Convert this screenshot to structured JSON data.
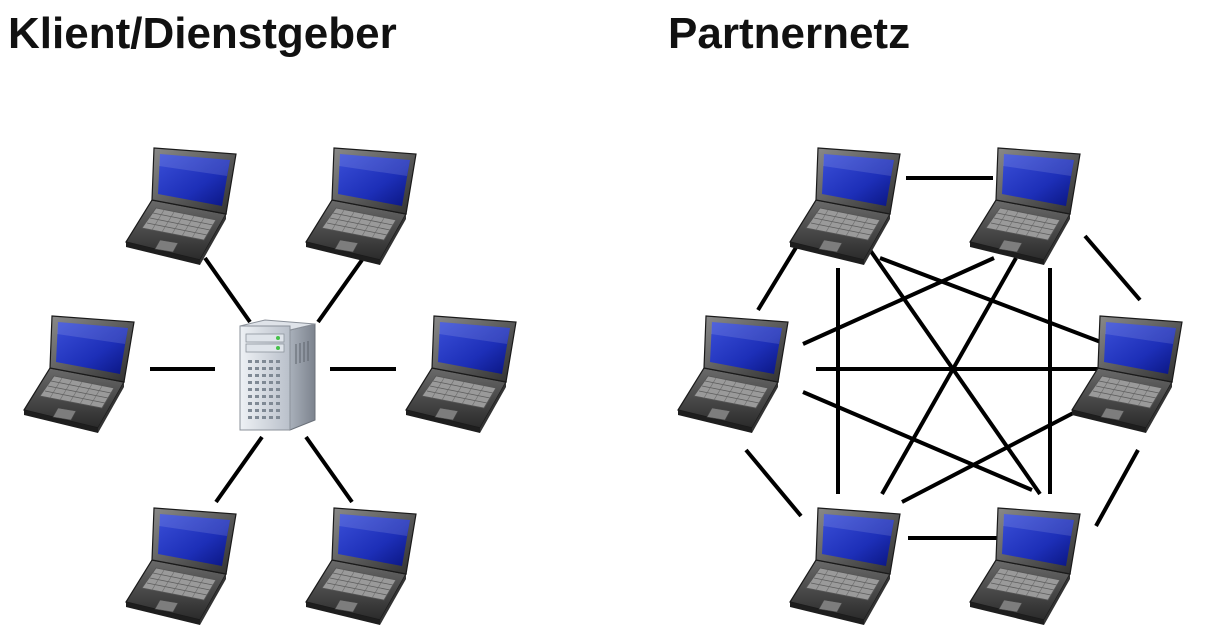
{
  "left": {
    "title": "Klient/Dienstgeber",
    "topology": "client-server",
    "center": "server",
    "clients": [
      "laptop",
      "laptop",
      "laptop",
      "laptop",
      "laptop",
      "laptop"
    ]
  },
  "right": {
    "title": "Partnernetz",
    "topology": "peer-to-peer (full mesh)",
    "peers": [
      "laptop",
      "laptop",
      "laptop",
      "laptop",
      "laptop",
      "laptop"
    ]
  },
  "colors": {
    "background": "#ffffff",
    "title": "#111111",
    "link": "#000000",
    "laptop_body": "#4a4a4a",
    "laptop_screen": "#1d2fb8",
    "server_body": "#c9ced6"
  },
  "icons": {
    "client": "laptop-icon",
    "server": "server-icon"
  }
}
